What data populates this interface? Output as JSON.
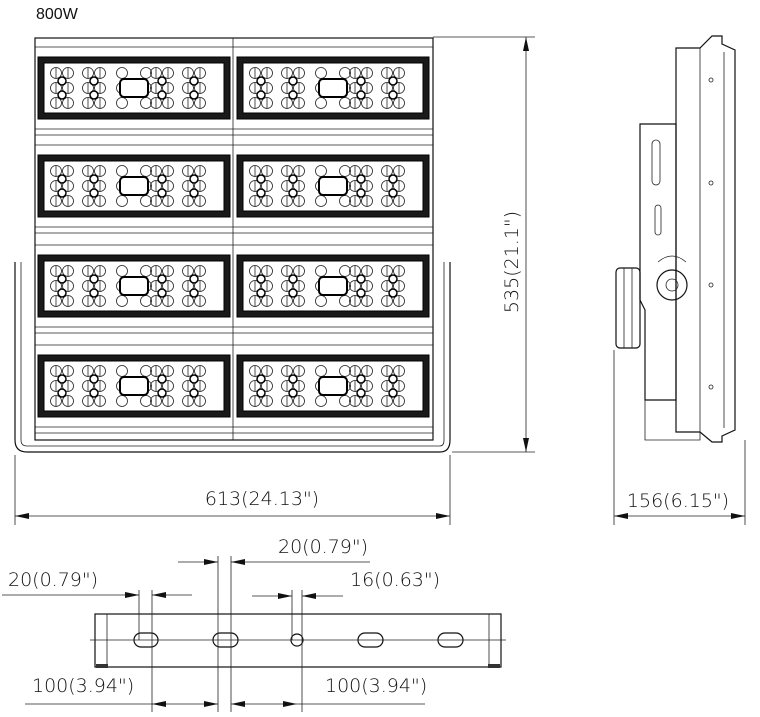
{
  "title": "800W",
  "dimensions": {
    "height": "535(21.1\")",
    "width": "613(24.13\")",
    "depth": "156(6.15\")",
    "slot_width_left": "20(0.79\")",
    "slot_width_center": "20(0.79\")",
    "hole_diameter": "16(0.63\")",
    "spacing_left": "100(3.94\")",
    "spacing_right": "100(3.94\")"
  },
  "layout": {
    "module_rows": 4,
    "module_cols": 2,
    "bracket_slots": 5
  }
}
